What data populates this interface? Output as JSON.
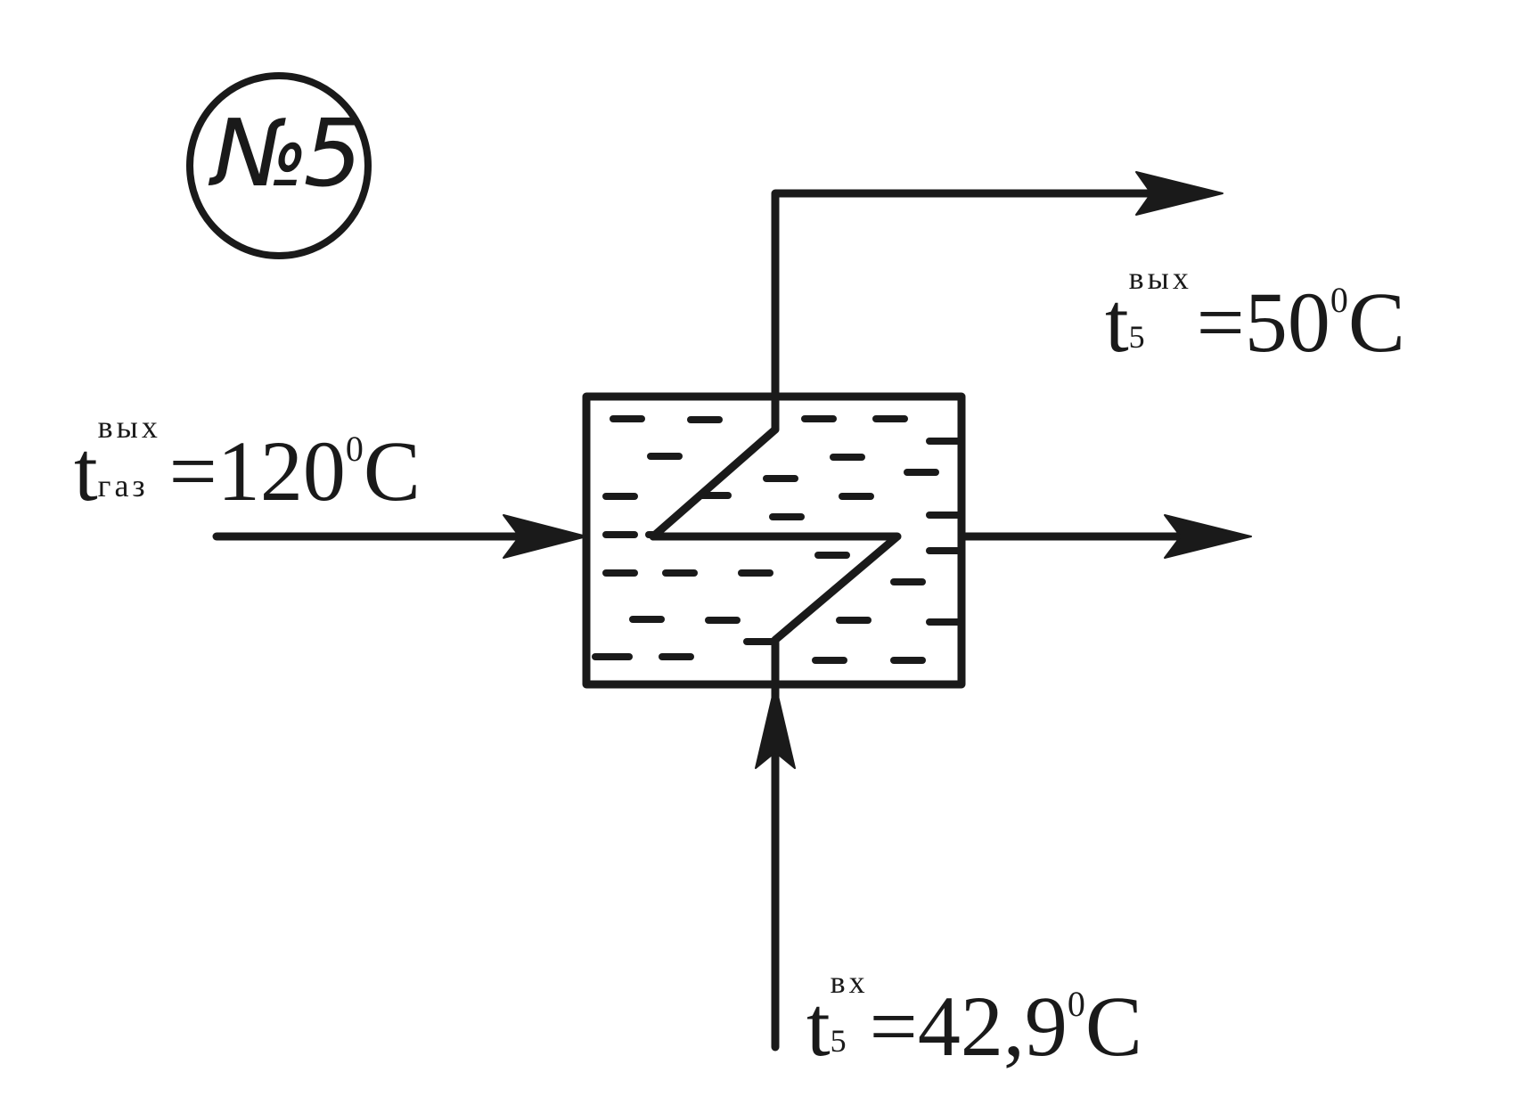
{
  "badge": {
    "text": "№5"
  },
  "labels": {
    "t5_out": {
      "var": "t",
      "sup": "вых",
      "sub": "5",
      "eq": "=50",
      "deg": "0",
      "unit": "C"
    },
    "t_gas_out": {
      "var": "t",
      "sup": "вых",
      "sub": "газ",
      "eq": "=120",
      "deg": "0",
      "unit": "C"
    },
    "t5_in": {
      "var": "t",
      "sup": "вх",
      "sub": "5",
      "eq": "=42,9",
      "deg": "0",
      "unit": "C"
    }
  }
}
